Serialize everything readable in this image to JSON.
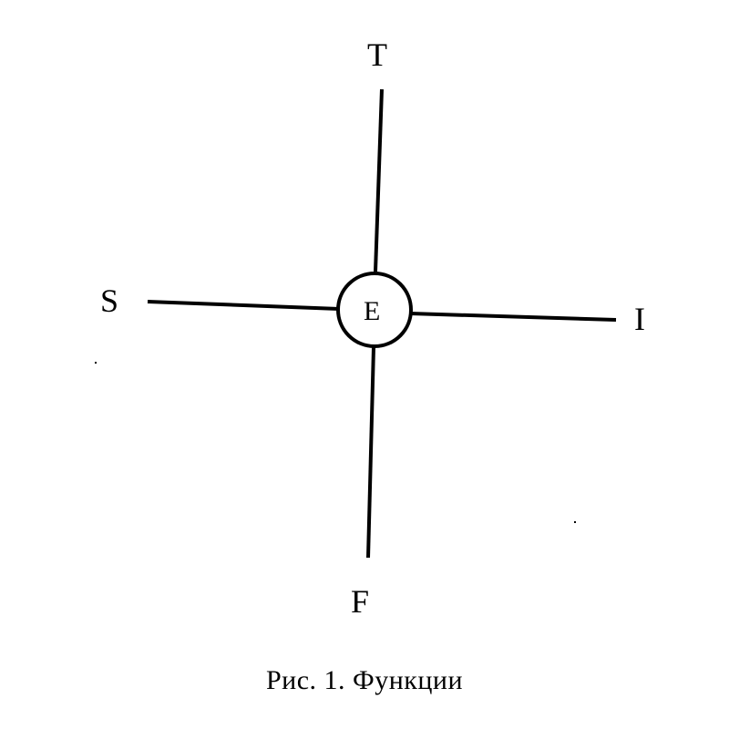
{
  "diagram": {
    "top_label": "T",
    "left_label": "S",
    "right_label": "I",
    "bottom_label": "F",
    "center_label": "E"
  },
  "caption": "Рис. 1. Функции"
}
